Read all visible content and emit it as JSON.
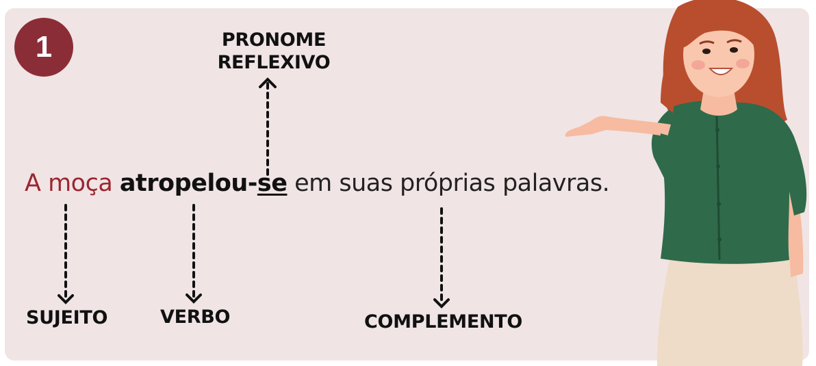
{
  "badge": {
    "number": "1"
  },
  "labels": {
    "pronoun_line1": "PRONOME",
    "pronoun_line2": "REFLEXIVO",
    "subject": "SUJEITO",
    "verb": "VERBO",
    "complement": "COMPLEMENTO"
  },
  "sentence": {
    "subject": "A moça",
    "verb": "atropelou-",
    "pronoun": "se",
    "complement": "em suas próprias palavras."
  },
  "colors": {
    "card_bg": "#f0e4e4",
    "badge_bg": "#8b2d37",
    "subject_text": "#9b2631",
    "shirt": "#2f6a4a",
    "hair": "#b94e2e"
  },
  "illustration": {
    "icon": "presenting-woman-icon"
  }
}
